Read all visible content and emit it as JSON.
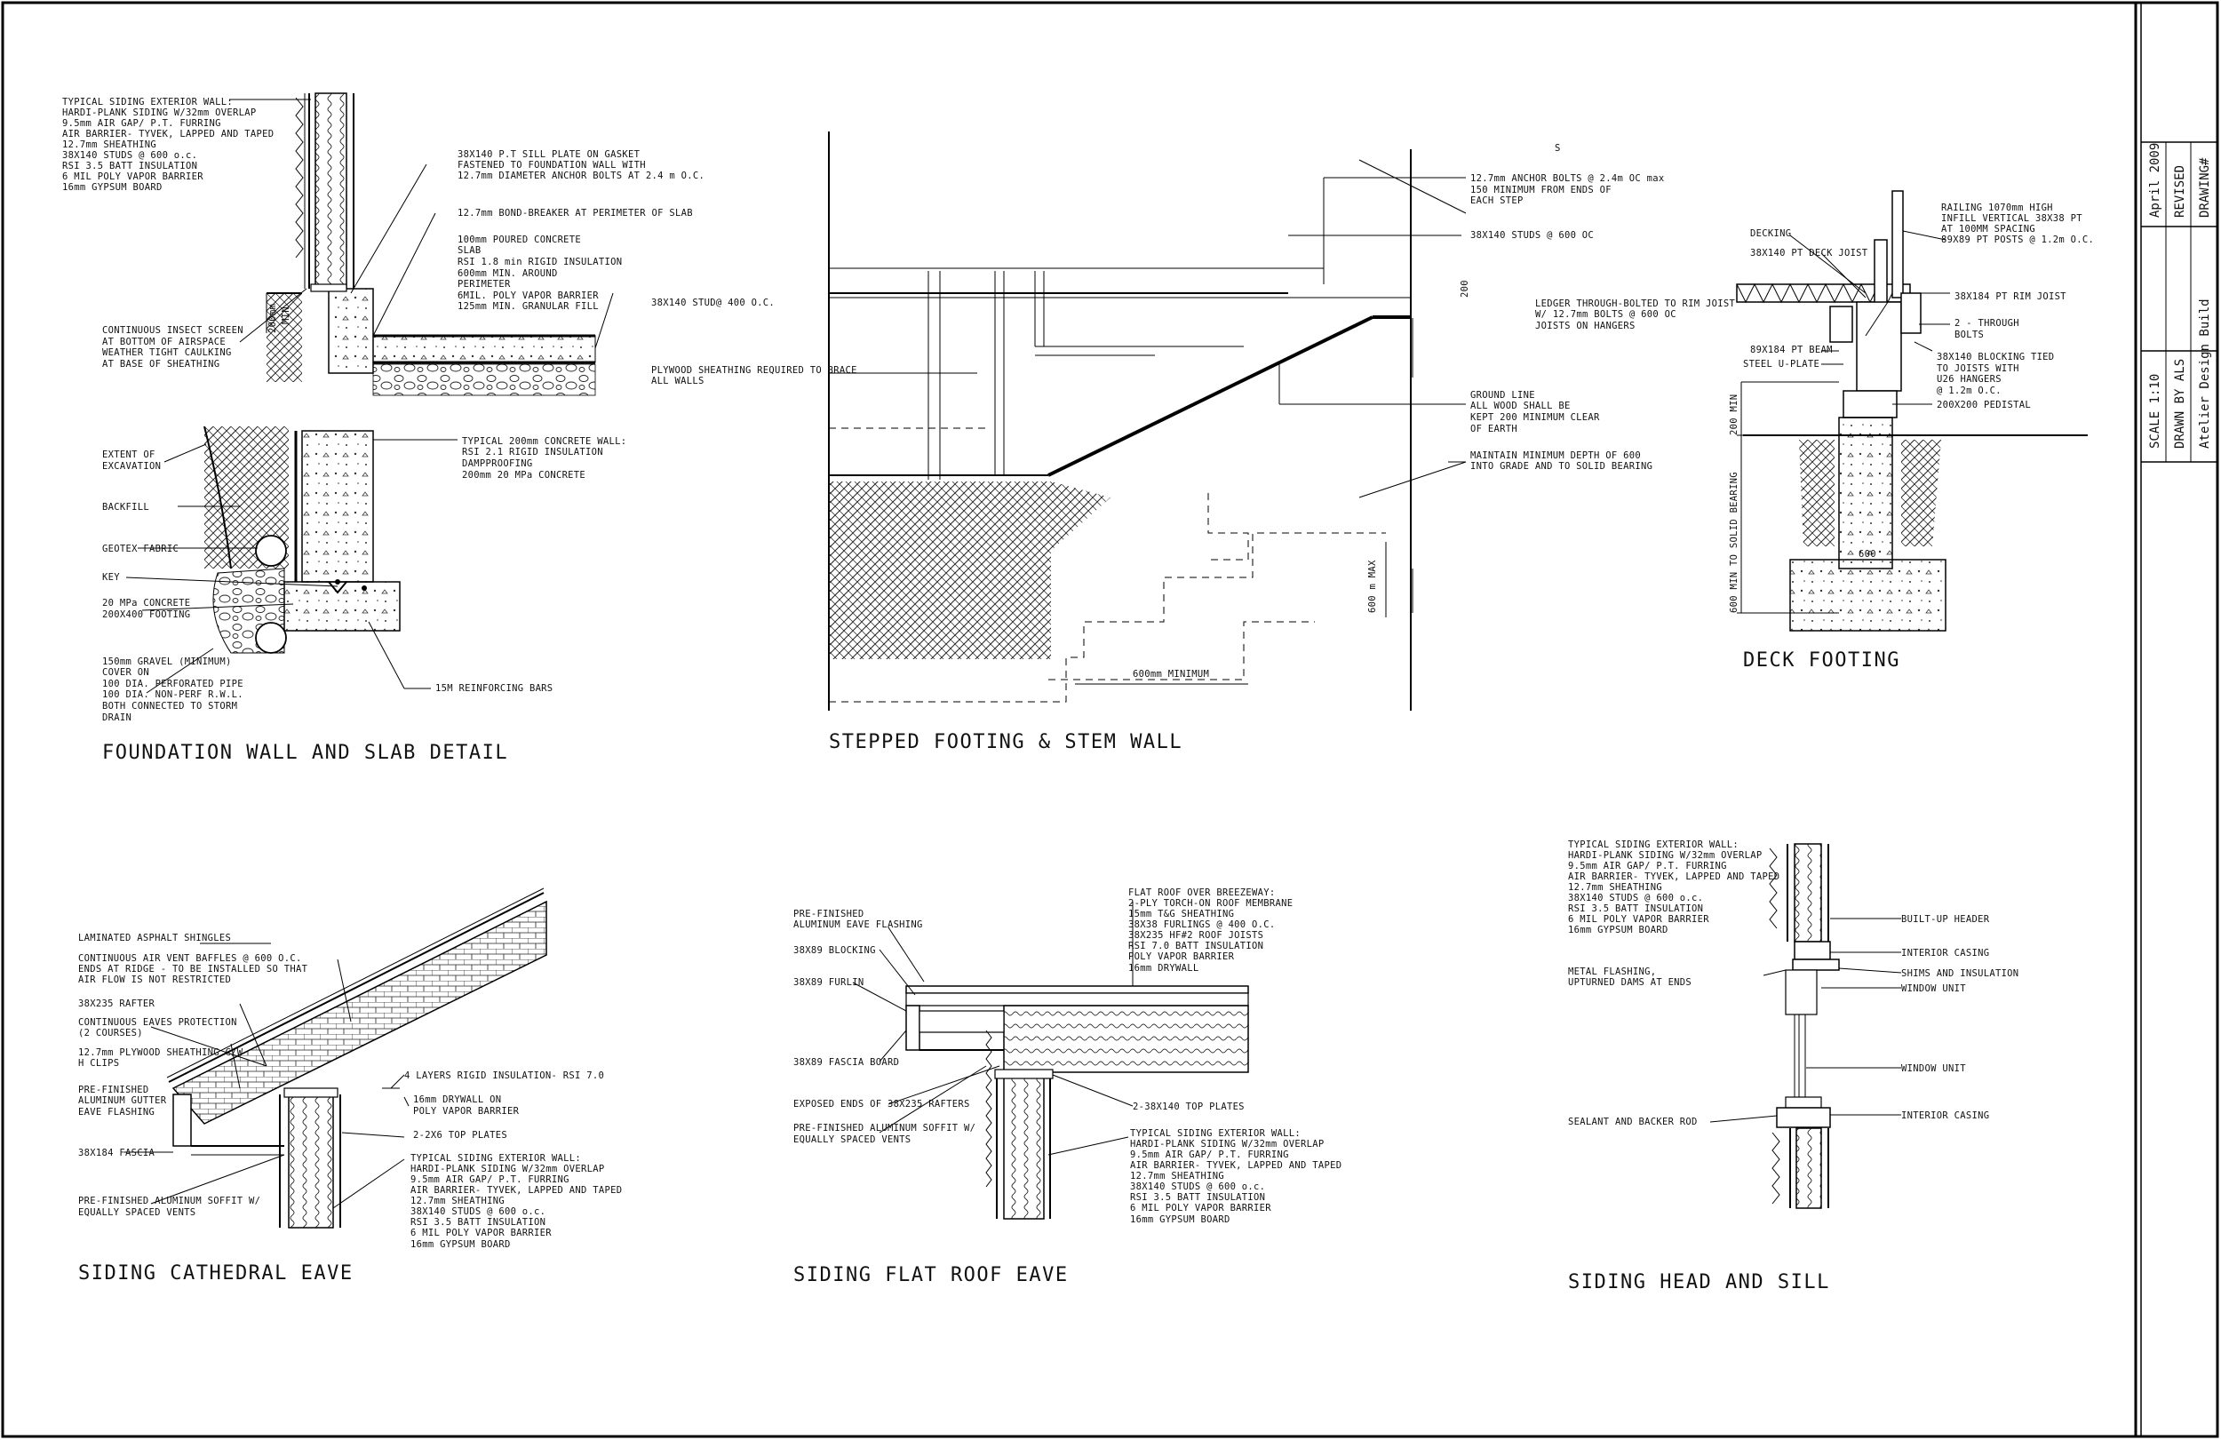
{
  "title_block": {
    "date": "April 2009",
    "revised": "REVISED",
    "drawing": "DRAWING#",
    "scale": "SCALE 1:10",
    "drawn_by": "DRAWN BY ALS",
    "firm": "Atelier Design Build"
  },
  "details": {
    "foundation": {
      "title": "FOUNDATION WALL AND SLAB DETAIL",
      "wall_notes": [
        "TYPICAL SIDING EXTERIOR WALL:",
        "HARDI-PLANK SIDING W/32mm OVERLAP",
        "9.5mm AIR GAP/ P.T. FURRING",
        "AIR BARRIER- TYVEK, LAPPED AND TAPED",
        "12.7mm SHEATHING",
        "38X140 STUDS @ 600 o.c.",
        "RSI 3.5 BATT INSULATION",
        "6 MIL POLY VAPOR BARRIER",
        "16mm GYPSUM BOARD"
      ],
      "sill_notes": [
        "38X140 P.T SILL PLATE ON GASKET",
        "FASTENED TO FOUNDATION WALL WITH",
        "12.7mm DIAMETER ANCHOR BOLTS AT 2.4 m O.C."
      ],
      "bond_note": "12.7mm BOND-BREAKER AT PERIMETER OF SLAB",
      "slab_notes": [
        "100mm POURED CONCRETE",
        "SLAB",
        "RSI 1.8 min RIGID INSULATION",
        "600mm MIN. AROUND",
        "PERIMETER",
        "6MIL. POLY VAPOR BARRIER",
        "125mm MIN. GRANULAR FILL"
      ],
      "screen_notes": [
        "CONTINUOUS INSECT SCREEN",
        "AT BOTTOM OF AIRSPACE",
        "WEATHER TIGHT CAULKING",
        "AT BASE OF SHEATHING"
      ],
      "dim_200": "200mm",
      "dim_min": "MIN",
      "extent_notes": [
        "EXTENT OF",
        "EXCAVATION"
      ],
      "backfill": "BACKFILL",
      "geotex": "GEOTEX FABRIC",
      "key": "KEY",
      "footing_notes": [
        "20 MPa CONCRETE",
        "200X400 FOOTING"
      ],
      "concrete_wall_notes": [
        "TYPICAL 200mm CONCRETE WALL:",
        "RSI 2.1 RIGID INSULATION",
        "DAMPPROOFING",
        "200mm 20 MPa CONCRETE"
      ],
      "gravel_notes": [
        "150mm GRAVEL (MINIMUM)",
        "COVER ON",
        "100 DIA. PERFORATED PIPE",
        "100 DIA. NON-PERF R.W.L.",
        "BOTH CONNECTED TO STORM",
        "DRAIN"
      ],
      "rebar": "15M REINFORCING BARS"
    },
    "stepped": {
      "title": "STEPPED FOOTING & STEM WALL",
      "s_mark": "S",
      "anchor_notes": [
        "12.7mm ANCHOR BOLTS @ 2.4m OC max",
        "150 MINIMUM FROM ENDS OF",
        "EACH STEP"
      ],
      "studs_600": "38X140 STUDS @ 600 OC",
      "studs_400": "38X140 STUD@ 400 O.C.",
      "dim_200": "200",
      "plywood_notes": [
        "PLYWOOD SHEATHING REQUIRED TO BRACE",
        "ALL WALLS"
      ],
      "ground_notes": [
        "GROUND LINE",
        "ALL WOOD SHALL BE",
        "KEPT 200 MINIMUM CLEAR",
        "OF EARTH"
      ],
      "depth_notes": [
        "MAINTAIN MINIMUM DEPTH OF 600",
        "INTO GRADE AND TO SOLID BEARING"
      ],
      "dim_600max": "600 m MAX",
      "dim_600min": "600mm MINIMUM"
    },
    "deck": {
      "title": "DECK FOOTING",
      "decking": "DECKING",
      "joist": "38X140 PT DECK JOIST",
      "railing_notes": [
        "RAILING 1070mm HIGH",
        "INFILL VERTICAL 38X38 PT",
        "AT 100MM SPACING",
        "89X89 PT POSTS @ 1.2m O.C."
      ],
      "rim": "38X184 PT RIM JOIST",
      "ledger_notes": [
        "LEDGER THROUGH-BOLTED TO RIM JOIST",
        "W/ 12.7mm BOLTS @ 600 OC",
        "JOISTS ON HANGERS"
      ],
      "bolts_notes": [
        "2 - THROUGH",
        "BOLTS"
      ],
      "beam": "89X184 PT BEAM",
      "uplate": "STEEL U-PLATE",
      "blocking_notes": [
        "38X140 BLOCKING TIED",
        "TO JOISTS WITH",
        "U26 HANGERS",
        "@ 1.2m O.C."
      ],
      "pedestal": "200X200 PEDISTAL",
      "dim_200": "200 MIN",
      "dim_600": "600 MIN TO SOLID BEARING",
      "dim_foot": "600"
    },
    "cathedral": {
      "title": "SIDING CATHEDRAL EAVE",
      "shingles": "LAMINATED ASPHALT SHINGLES",
      "baffle_notes": [
        "CONTINUOUS AIR VENT BAFFLES @ 600 O.C.",
        "ENDS AT RIDGE - TO BE INSTALLED SO THAT",
        "AIR FLOW IS NOT RESTRICTED"
      ],
      "rafter": "38X235 RAFTER",
      "eaves_notes": [
        "CONTINUOUS EAVES PROTECTION",
        "(2 COURSES)"
      ],
      "plywood_notes": [
        "12.7mm PLYWOOD SHEATHING C/W",
        "H CLIPS"
      ],
      "gutter_notes": [
        "PRE-FINISHED",
        "ALUMINUM GUTTER",
        "EAVE FLASHING"
      ],
      "rigid": "4 LAYERS RIGID INSULATION- RSI 7.0",
      "drywall_notes": [
        "16mm DRYWALL ON",
        "POLY VAPOR BARRIER"
      ],
      "top_plates": "2-2X6 TOP PLATES",
      "fascia": "38X184 FASCIA",
      "soffit_notes": [
        "PRE-FINISHED ALUMINUM SOFFIT W/",
        "EQUALLY SPACED VENTS"
      ],
      "wall_notes": [
        "TYPICAL SIDING EXTERIOR WALL:",
        "HARDI-PLANK SIDING W/32mm OVERLAP",
        "9.5mm AIR GAP/ P.T. FURRING",
        "AIR BARRIER- TYVEK, LAPPED AND TAPED",
        "12.7mm SHEATHING",
        "38X140 STUDS @ 600 o.c.",
        "RSI 3.5 BATT INSULATION",
        "6 MIL POLY VAPOR BARRIER",
        "16mm GYPSUM BOARD"
      ]
    },
    "flatroof": {
      "title": "SIDING FLAT ROOF EAVE",
      "flashing_notes": [
        "PRE-FINISHED",
        "ALUMINUM EAVE FLASHING"
      ],
      "blocking": "38X89 BLOCKING",
      "furlin": "38X89 FURLIN",
      "fascia": "38X89 FASCIA BOARD",
      "roof_notes": [
        "FLAT ROOF OVER BREEZEWAY:",
        "2-PLY TORCH-ON ROOF MEMBRANE",
        "15mm T&G SHEATHING",
        "38X38 FURLINGS @ 400 O.C.",
        "38X235 HF#2 ROOF JOISTS",
        "RSI 7.0 BATT INSULATION",
        "POLY VAPOR BARRIER",
        "16mm DRYWALL"
      ],
      "exposed": "EXPOSED ENDS OF 38X235 RAFTERS",
      "top_plates": "2-38X140 TOP PLATES",
      "soffit_notes": [
        "PRE-FINISHED ALUMINUM SOFFIT W/",
        "EQUALLY SPACED VENTS"
      ],
      "wall_notes": [
        "TYPICAL SIDING EXTERIOR WALL:",
        "HARDI-PLANK SIDING W/32mm OVERLAP",
        "9.5mm AIR GAP/ P.T. FURRING",
        "AIR BARRIER- TYVEK, LAPPED AND TAPED",
        "12.7mm SHEATHING",
        "38X140 STUDS @ 600 o.c.",
        "RSI 3.5 BATT INSULATION",
        "6 MIL POLY VAPOR BARRIER",
        "16mm GYPSUM BOARD"
      ]
    },
    "headsill": {
      "title": "SIDING HEAD AND SILL",
      "wall_notes": [
        "TYPICAL SIDING EXTERIOR WALL:",
        "HARDI-PLANK SIDING W/32mm OVERLAP",
        "9.5mm AIR GAP/ P.T. FURRING",
        "AIR BARRIER- TYVEK, LAPPED AND TAPED",
        "12.7mm SHEATHING",
        "38X140 STUDS @ 600 o.c.",
        "RSI 3.5 BATT INSULATION",
        "6 MIL POLY VAPOR BARRIER",
        "16mm GYPSUM BOARD"
      ],
      "metal_notes": [
        "METAL FLASHING,",
        "UPTURNED DAMS AT ENDS"
      ],
      "header": "BUILT-UP HEADER",
      "casing": "INTERIOR CASING",
      "shims": "SHIMS AND INSULATION",
      "window1": "WINDOW UNIT",
      "window2": "WINDOW UNIT",
      "sealant": "SEALANT AND BACKER ROD",
      "casing2": "INTERIOR CASING"
    }
  }
}
